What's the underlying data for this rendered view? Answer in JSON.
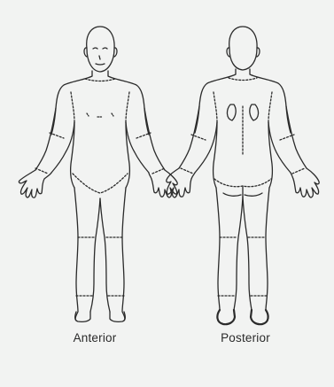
{
  "diagram": {
    "views": [
      {
        "id": "anterior",
        "label": "Anterior"
      },
      {
        "id": "posterior",
        "label": "Posterior"
      }
    ],
    "colors": {
      "line": "#2b2b2b",
      "background": "#f2f3f2"
    }
  }
}
